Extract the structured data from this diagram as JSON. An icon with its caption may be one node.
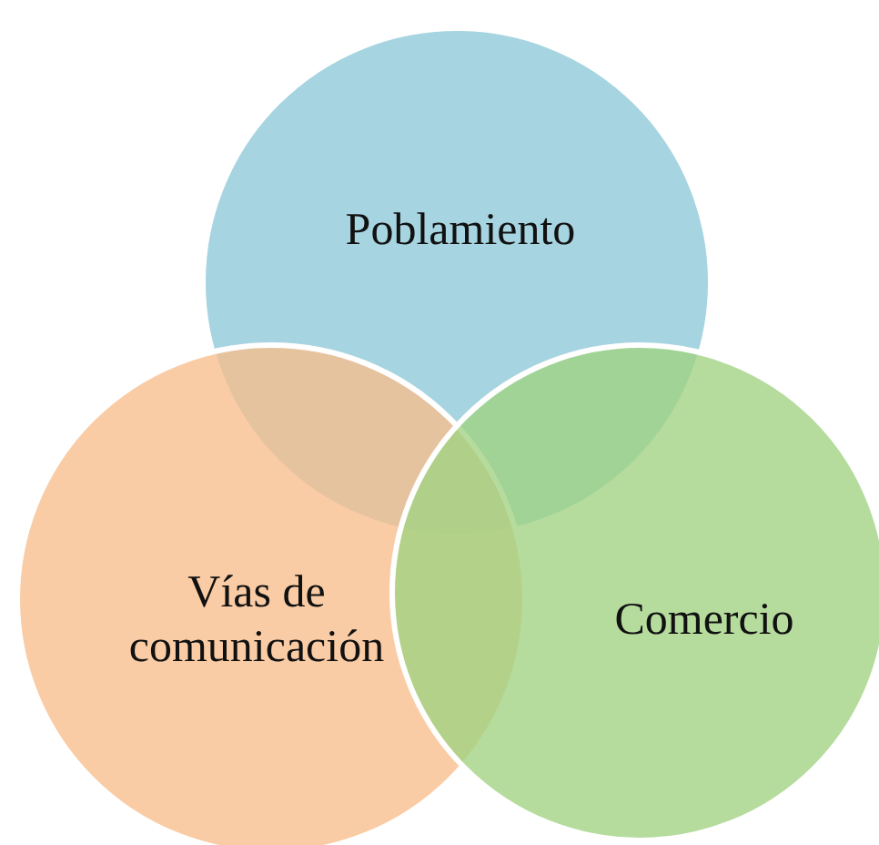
{
  "diagram": {
    "nodes": [
      {
        "text": [
          "Poblamiento"
        ]
      },
      {
        "text": [
          "Vías de comunicación"
        ]
      },
      {
        "text": [
          "Comercio"
        ]
      }
    ]
  }
}
